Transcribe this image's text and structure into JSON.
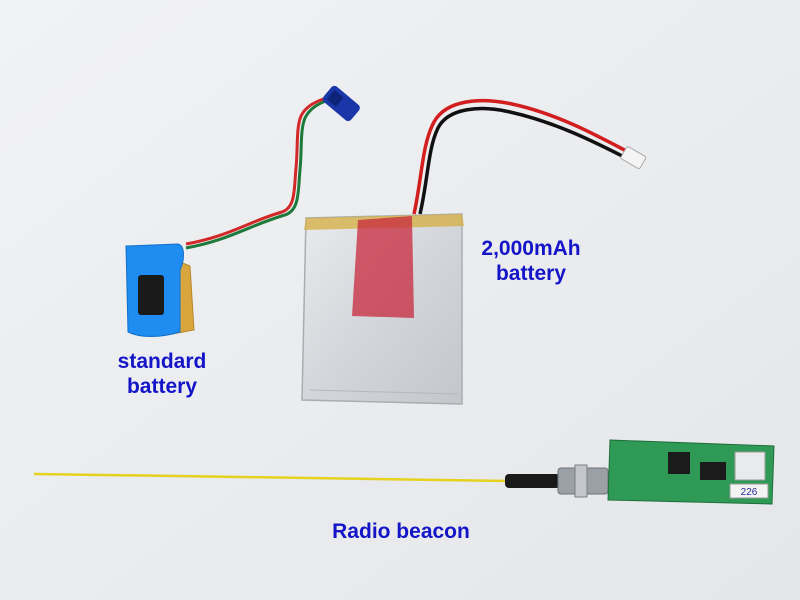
{
  "labels": {
    "standard_battery": [
      "standard",
      "battery"
    ],
    "big_battery": [
      "2,000mAh",
      "battery"
    ],
    "radio_beacon": "Radio beacon"
  },
  "pcb_marking": "226",
  "colors": {
    "background": "#eceef0",
    "label_text": "#1414c8",
    "antenna": "#e6d21e",
    "pcb": "#2f9a56",
    "battery_foil": "#d9dcdf",
    "red_tape": "#c8283c",
    "blue_tape": "#1e8cf0"
  }
}
